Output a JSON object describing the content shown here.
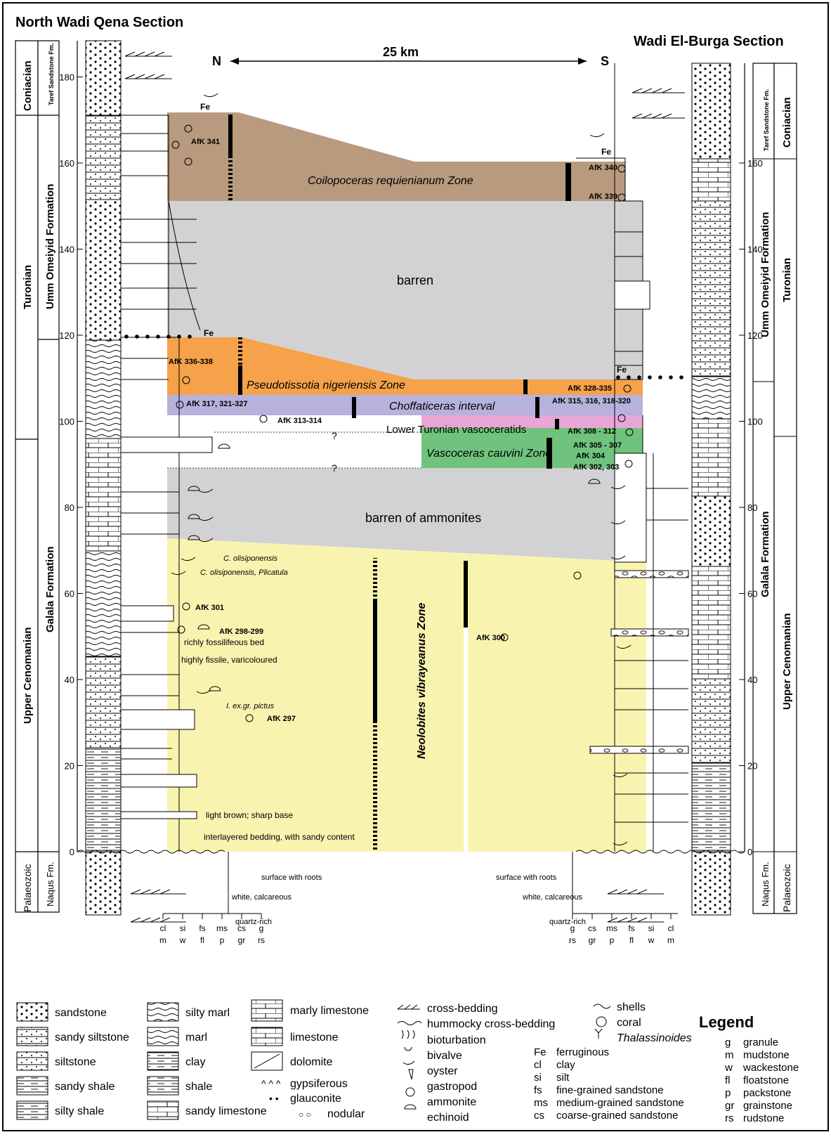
{
  "titles": {
    "north": "North Wadi Qena Section",
    "south": "Wadi El-Burga Section",
    "north_label": "N",
    "south_label": "S",
    "distance": "25 km"
  },
  "left_strat": {
    "stages": [
      "Coniacian",
      "Turonian",
      "Upper Cenomanian",
      "Palaeozoic"
    ],
    "formations": [
      "Taref Sandstone Fm.",
      "Umm Omeiyid Formation",
      "Galala Formation",
      "Naqus Fm."
    ]
  },
  "right_strat": {
    "stages": [
      "Coniacian",
      "Turonian",
      "Upper Cenomanian",
      "Palaeozoic"
    ],
    "formations": [
      "Taref Sandstone Fm.",
      "Umm Omeiyid Formation",
      "Galala Formation",
      "Naqus Fm."
    ]
  },
  "scale_ticks": [
    "0",
    "20",
    "40",
    "60",
    "80",
    "100",
    "120",
    "140",
    "160",
    "180"
  ],
  "zones": {
    "coilopoceras": "Coilopoceras requienianum Zone",
    "barren": "barren",
    "pseudotissotia": "Pseudotissotia nigeriensis Zone",
    "choffaticeras": "Choffaticeras interval",
    "lower_turonian": "Lower Turonian vascoceratids",
    "vascoceras": "Vascoceras cauvini Zone",
    "barren_ammonites": "barren of ammonites",
    "neolobites": "Neolobites vibrayeanus Zone"
  },
  "samples_left": [
    "AfK 341",
    "AfK 336-338",
    "AfK 317, 321-327",
    "AfK 313-314",
    "AfK 301",
    "AfK 298-299",
    "AfK 297"
  ],
  "samples_right": [
    "AfK 340",
    "AfK 339",
    "AfK 328-335",
    "AfK 315, 316, 318-320",
    "AfK 308 - 312",
    "AfK 305 - 307",
    "AfK 304",
    "AfK 302, 303",
    "AfK 300"
  ],
  "notes_left": {
    "fe_top": "Fe",
    "fe_mid": "Fe",
    "c_olis": "C. olisiponensis",
    "c_olis_plic": "C. olisiponensis, Plicatula",
    "richly": "richly fossilifeous bed",
    "fissile": "highly fissile, varicoloured",
    "pictus": "I. ex.gr. pictus",
    "light_brown": "light brown; sharp base",
    "interlayered": "interlayered bedding, with sandy content",
    "roots": "surface with roots",
    "white": "white, calcareous",
    "quartz": "quartz-rich",
    "q1": "?",
    "q2": "?"
  },
  "notes_right": {
    "fe_top": "Fe",
    "fe_mid": "Fe",
    "roots": "surface with roots",
    "white": "white, calcareous",
    "quartz": "quartz-rich"
  },
  "grain_left": {
    "top": [
      "cl",
      "si",
      "fs",
      "ms",
      "cs",
      "g"
    ],
    "bottom": [
      "m",
      "w",
      "fl",
      "p",
      "gr",
      "rs"
    ]
  },
  "grain_right": {
    "top": [
      "g",
      "cs",
      "ms",
      "fs",
      "si",
      "cl"
    ],
    "bottom": [
      "rs",
      "gr",
      "p",
      "fl",
      "w",
      "m"
    ]
  },
  "legend": {
    "title": "Legend",
    "lithology_col1": [
      "sandstone",
      "sandy siltstone",
      "siltstone",
      "sandy shale",
      "silty shale"
    ],
    "lithology_col2": [
      "silty marl",
      "marl",
      "clay",
      "shale",
      "sandy limestone"
    ],
    "lithology_col3": [
      "marly limestone",
      "limestone",
      "dolomite",
      "gypsiferous",
      "glauconite",
      "nodular"
    ],
    "structures": [
      "cross-bedding",
      "hummocky cross-bedding",
      "bioturbation",
      "bivalve",
      "oyster",
      "gastropod",
      "ammonite",
      "echinoid"
    ],
    "fossils": [
      "shells",
      "coral",
      "Thalassinoides"
    ],
    "abbrev_grain": [
      {
        "code": "Fe",
        "text": "ferruginous"
      },
      {
        "code": "cl",
        "text": "clay"
      },
      {
        "code": "si",
        "text": "silt"
      },
      {
        "code": "fs",
        "text": "fine-grained sandstone"
      },
      {
        "code": "ms",
        "text": "medium-grained sandstone"
      },
      {
        "code": "cs",
        "text": "coarse-grained sandstone"
      }
    ],
    "abbrev_carb": [
      {
        "code": "g",
        "text": "granule"
      },
      {
        "code": "m",
        "text": "mudstone"
      },
      {
        "code": "w",
        "text": "wackestone"
      },
      {
        "code": "fl",
        "text": "floatstone"
      },
      {
        "code": "p",
        "text": "packstone"
      },
      {
        "code": "gr",
        "text": "grainstone"
      },
      {
        "code": "rs",
        "text": "rudstone"
      }
    ]
  },
  "colors": {
    "coilopoceras": "#b89a7e",
    "barren": "#d2d2d4",
    "pseudotissotia": "#f5a24a",
    "choffaticeras": "#b7b2dc",
    "lower_turonian": "#e8a6d6",
    "vascoceras": "#6fc37c",
    "neolobites": "#f8f4b0"
  }
}
